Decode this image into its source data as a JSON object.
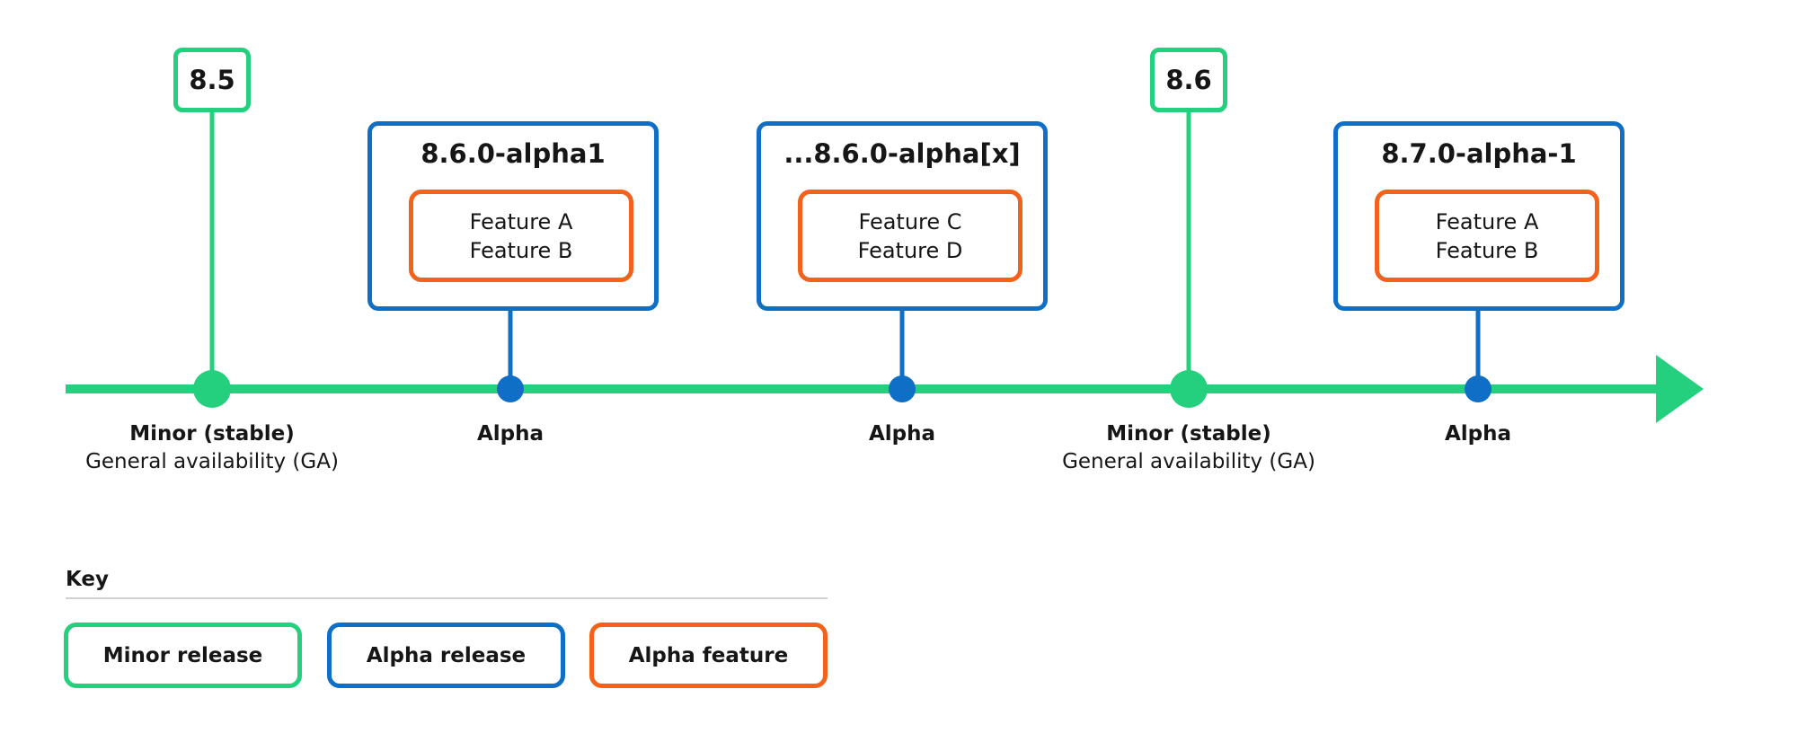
{
  "colors": {
    "minor": "#24d07d",
    "alpha": "#0f6fc6",
    "feature": "#f2621a"
  },
  "minor_releases": [
    {
      "version": "8.5",
      "label_bold": "Minor (stable)",
      "label_sub": "General availability (GA)"
    },
    {
      "version": "8.6",
      "label_bold": "Minor (stable)",
      "label_sub": "General availability (GA)"
    }
  ],
  "alpha_releases": [
    {
      "title": "8.6.0-alpha1",
      "features": [
        "Feature A",
        "Feature B"
      ],
      "label": "Alpha"
    },
    {
      "title": "...8.6.0-alpha[x]",
      "features": [
        "Feature C",
        "Feature D"
      ],
      "label": "Alpha"
    },
    {
      "title": "8.7.0-alpha-1",
      "features": [
        "Feature A",
        "Feature B"
      ],
      "label": "Alpha"
    }
  ],
  "key": {
    "title": "Key",
    "items": [
      {
        "label": "Minor release",
        "color": "#24d07d"
      },
      {
        "label": "Alpha release",
        "color": "#0f6fc6"
      },
      {
        "label": "Alpha feature",
        "color": "#f2621a"
      }
    ]
  }
}
